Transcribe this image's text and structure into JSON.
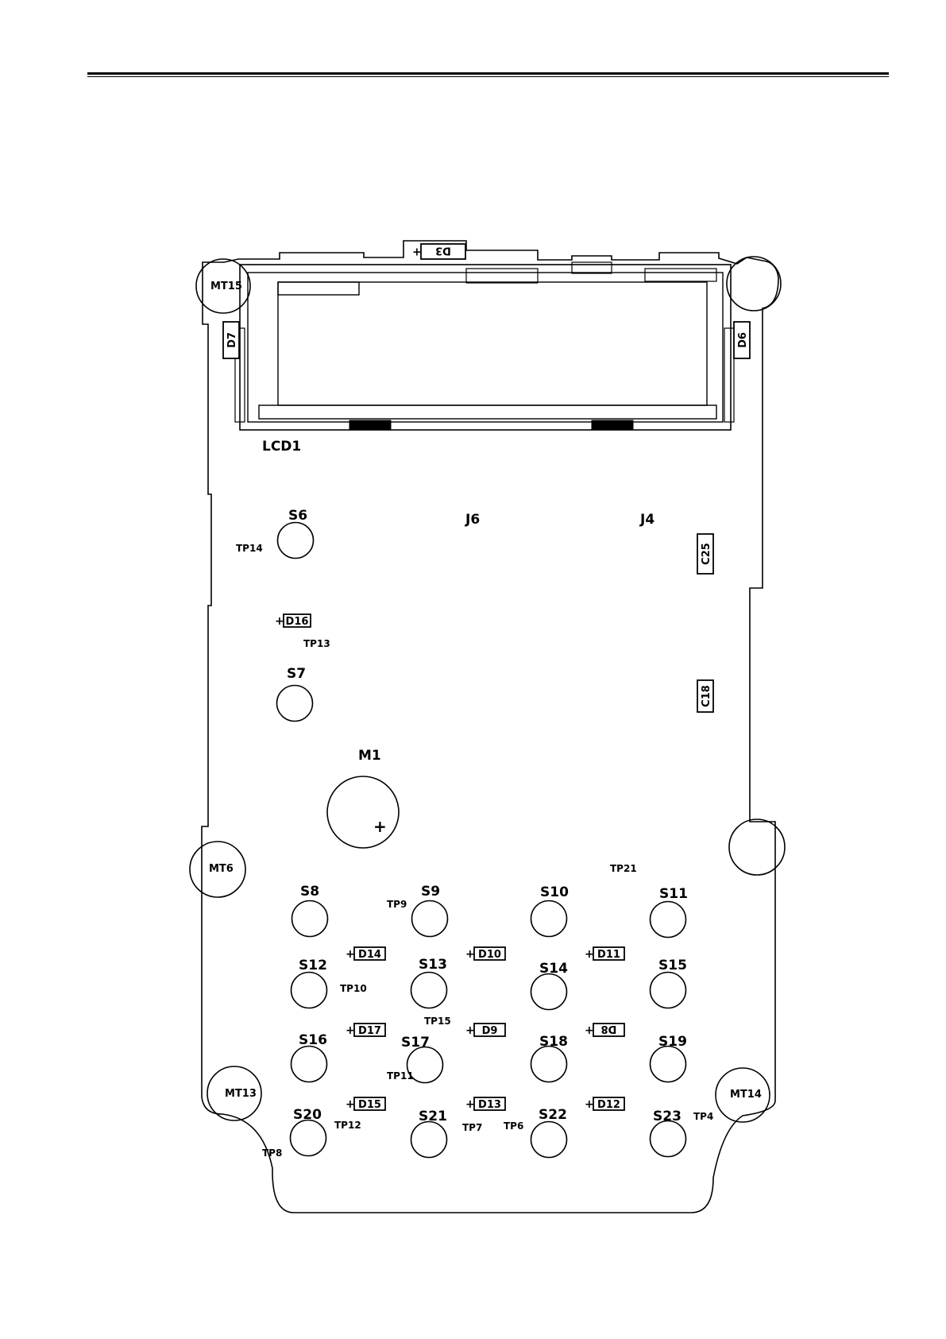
{
  "labels": {
    "LCD1": "LCD1",
    "J6": "J6",
    "J4": "J4",
    "M1": "M1",
    "plus_sign": "+",
    "MT15": "MT15",
    "MT6": "MT6",
    "MT13": "MT13",
    "MT14": "MT14"
  },
  "switches": [
    {
      "id": "S6",
      "label": "S6"
    },
    {
      "id": "S7",
      "label": "S7"
    },
    {
      "id": "S8",
      "label": "S8"
    },
    {
      "id": "S9",
      "label": "S9"
    },
    {
      "id": "S10",
      "label": "S10"
    },
    {
      "id": "S11",
      "label": "S11"
    },
    {
      "id": "S12",
      "label": "S12"
    },
    {
      "id": "S13",
      "label": "S13"
    },
    {
      "id": "S14",
      "label": "S14"
    },
    {
      "id": "S15",
      "label": "S15"
    },
    {
      "id": "S16",
      "label": "S16"
    },
    {
      "id": "S17",
      "label": "S17"
    },
    {
      "id": "S18",
      "label": "S18"
    },
    {
      "id": "S19",
      "label": "S19"
    },
    {
      "id": "S20",
      "label": "S20"
    },
    {
      "id": "S21",
      "label": "S21"
    },
    {
      "id": "S22",
      "label": "S22"
    },
    {
      "id": "S23",
      "label": "S23"
    }
  ],
  "test_points": [
    {
      "id": "TP14",
      "label": "TP14"
    },
    {
      "id": "TP13",
      "label": "TP13"
    },
    {
      "id": "TP21",
      "label": "TP21"
    },
    {
      "id": "TP9",
      "label": "TP9"
    },
    {
      "id": "TP10",
      "label": "TP10"
    },
    {
      "id": "TP15",
      "label": "TP15"
    },
    {
      "id": "TP11",
      "label": "TP11"
    },
    {
      "id": "TP12",
      "label": "TP12"
    },
    {
      "id": "TP7",
      "label": "TP7"
    },
    {
      "id": "TP6",
      "label": "TP6"
    },
    {
      "id": "TP4",
      "label": "TP4"
    },
    {
      "id": "TP8",
      "label": "TP8"
    }
  ],
  "diodes": [
    {
      "id": "D3",
      "label": "D3"
    },
    {
      "id": "D7",
      "label": "D7"
    },
    {
      "id": "D6",
      "label": "D6"
    },
    {
      "id": "D16",
      "label": "D16"
    },
    {
      "id": "D14",
      "label": "D14"
    },
    {
      "id": "D10",
      "label": "D10"
    },
    {
      "id": "D11",
      "label": "D11"
    },
    {
      "id": "D17",
      "label": "D17"
    },
    {
      "id": "D9",
      "label": "D9"
    },
    {
      "id": "D8",
      "label": "D8"
    },
    {
      "id": "D15",
      "label": "D15"
    },
    {
      "id": "D13",
      "label": "D13"
    },
    {
      "id": "D12",
      "label": "D12"
    }
  ],
  "capacitors": [
    {
      "id": "C25",
      "label": "C25"
    },
    {
      "id": "C18",
      "label": "C18"
    }
  ]
}
